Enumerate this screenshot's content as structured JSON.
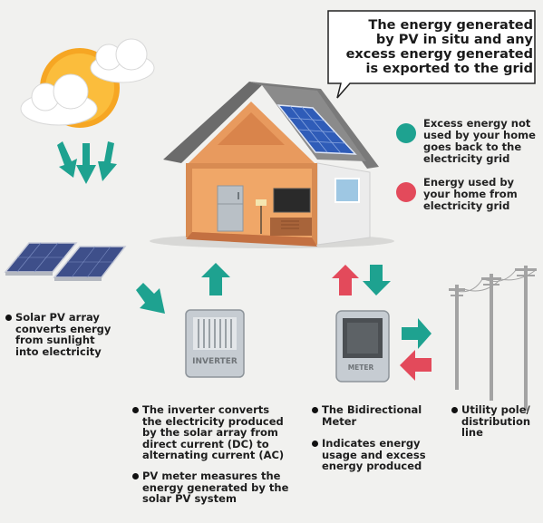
{
  "callout": {
    "lines": [
      "The energy generated",
      "by PV in situ and any",
      "excess energy generated",
      "is exported to the grid"
    ]
  },
  "legend": {
    "excess": {
      "lines": [
        "Excess energy not",
        "used by your home",
        "goes back to the",
        "electricity grid"
      ],
      "color": "#1ea290"
    },
    "used": {
      "lines": [
        "Energy used by",
        "your home from",
        "electricity grid"
      ],
      "color": "#e34a5b"
    }
  },
  "labels": {
    "solar_array": [
      "Solar PV array",
      "converts energy",
      "from sunlight",
      "into electricity"
    ],
    "inverter_1": [
      "The inverter converts",
      "the electricity produced",
      "by the solar array from",
      "direct current (DC) to",
      "alternating current (AC)"
    ],
    "inverter_2": [
      "PV meter measures the",
      "energy generated by the",
      "solar PV system"
    ],
    "meter_1": [
      "The Bidirectional",
      "Meter"
    ],
    "meter_2": [
      "Indicates energy",
      "usage and excess",
      "energy produced"
    ],
    "pole": [
      "Utility pole/",
      "distribution",
      "line"
    ]
  },
  "devices": {
    "inverter": "INVERTER",
    "meter": "METER"
  },
  "colors": {
    "teal": "#1ea290",
    "red": "#e34a5b",
    "sun": "#f6a623",
    "house_wall": "#e89a5e",
    "roof": "#707070"
  },
  "icons": [
    "sun-icon",
    "cloud-icon",
    "solar-panel-icon",
    "house-icon",
    "inverter-icon",
    "meter-icon",
    "utility-pole-icon",
    "arrow-icon"
  ]
}
